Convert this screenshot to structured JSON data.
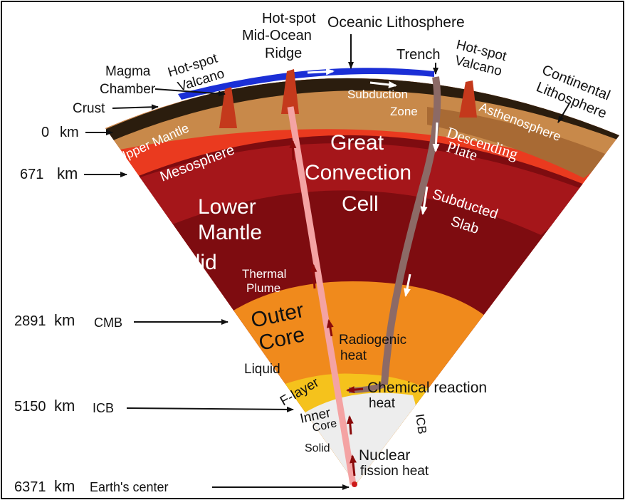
{
  "colors": {
    "crust": "#2b1d0e",
    "ocean": "#1b2fd6",
    "upper_mantle": "#c8894a",
    "asthenosphere": "#a86a34",
    "mesosphere": "#a5161a",
    "lower_mantle": "#7e0c10",
    "lower_mantle_edge": "#ea3a1f",
    "outer_core": "#f08a1c",
    "f_layer": "#f5c21c",
    "inner_core": "#ededed",
    "plume": "#f4a3a3",
    "plate": "#8c6a66"
  },
  "depth_scale": [
    {
      "value": "0",
      "unit": "km"
    },
    {
      "value": "671",
      "unit": "km"
    },
    {
      "value": "2891",
      "unit": "km",
      "boundary": "CMB"
    },
    {
      "value": "5150",
      "unit": "km",
      "boundary": "ICB"
    },
    {
      "value": "6371",
      "unit": "km",
      "boundary": "Earth's center"
    }
  ],
  "surface_labels": {
    "hotspot_left": [
      "Hot-spot",
      "Valcano"
    ],
    "magma_chamber": [
      "Magma",
      "Chamber"
    ],
    "crust": "Crust",
    "hotspot_ridge": [
      "Hot-spot",
      "Mid-Ocean",
      "Ridge"
    ],
    "oceanic_lithosphere": "Oceanic Lithosphere",
    "trench": "Trench",
    "hotspot_right": [
      "Hot-spot",
      "Valcano"
    ],
    "continental_lithosphere": [
      "Continental",
      "Lithosphere"
    ]
  },
  "layer_labels": {
    "upper_mantle": "Upper Mantle",
    "asthenosphere": "Asthenosphere",
    "subduction_zone": [
      "Subduction",
      "Zone"
    ],
    "mesosphere": "Mesosphere",
    "lower_mantle": [
      "Lower",
      "Mantle"
    ],
    "lower_mantle_state": "Solid",
    "convection": [
      "Great",
      "Convection",
      "Cell"
    ],
    "descending_plate": [
      "Descending",
      "Plate"
    ],
    "subducted_slab": [
      "Subducted",
      "Slab"
    ],
    "thermal_plume": [
      "Thermal",
      "Plume"
    ],
    "outer_core": [
      "Outer",
      "Core"
    ],
    "outer_core_state": "Liquid",
    "radiogenic": [
      "Radiogenic",
      "heat"
    ],
    "cmb_side": "CMB",
    "f_layer": "F-layer",
    "chemical": [
      "Chemical reaction",
      "heat"
    ],
    "inner_core": [
      "Inner",
      "Core"
    ],
    "inner_core_state": "Solid",
    "icb_side": "ICB",
    "nuclear": [
      "Nuclear",
      "fission heat"
    ]
  }
}
